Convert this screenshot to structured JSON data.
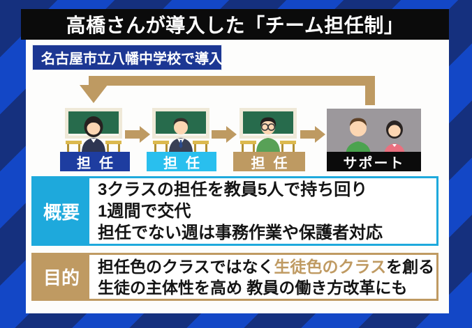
{
  "header": {
    "title": "高橋さんが導入した「チーム担任制」"
  },
  "subheader": {
    "label": "名古屋市立八幡中学校で導入"
  },
  "diagram": {
    "arrow_color": "#be9a62",
    "roles": [
      {
        "label": "担任",
        "color": "#1e3da0",
        "illustration": "teacher-woman-at-chalkboard"
      },
      {
        "label": "担任",
        "color": "#29bfee",
        "illustration": "teacher-man-at-chalkboard"
      },
      {
        "label": "担任",
        "color": "#be9a62",
        "illustration": "teacher-glasses-at-chalkboard"
      },
      {
        "label": "サポート",
        "color": "#0b0b0b",
        "illustration": "support-pair"
      }
    ]
  },
  "overview": {
    "label": "概要",
    "accent": "#1ea9dc",
    "lines": [
      "3クラスの担任を教員5人で持ち回り",
      "1週間で交代",
      "担任でない週は事務作業や保護者対応"
    ]
  },
  "purpose": {
    "label": "目的",
    "accent": "#bf9a62",
    "line1_prefix": "担任色のクラスではなく",
    "line1_highlight": "生徒色のクラス",
    "line1_suffix": "を創る",
    "line2": "生徒の主体性を高め 教員の働き方改革にも"
  },
  "colors": {
    "background_stripe_dark": "#15307e",
    "background_stripe_light": "#1347c6",
    "panel": "#fdfdfc",
    "header_bg": "#0b0b0b",
    "school_box_bg": "#1c3793"
  }
}
